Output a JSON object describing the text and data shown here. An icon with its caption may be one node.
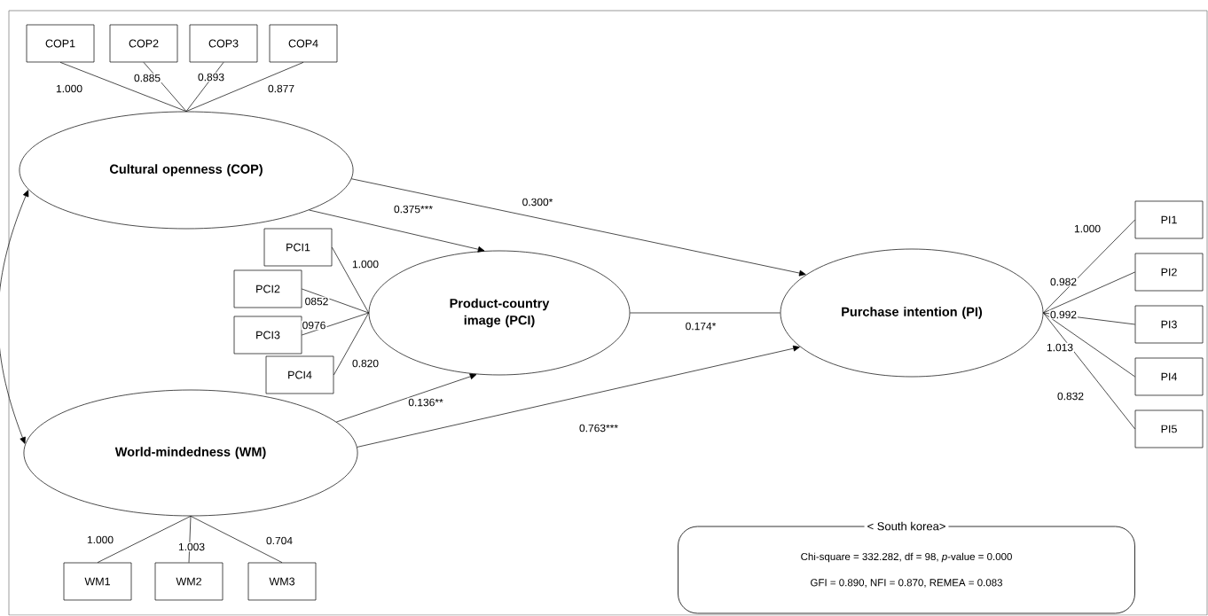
{
  "diagram": {
    "nodes": [
      {
        "text": [
          "COP1"
        ]
      },
      {
        "text": [
          "COP2"
        ]
      },
      {
        "text": [
          "COP3"
        ]
      },
      {
        "text": [
          "COP4"
        ]
      },
      {
        "text": [
          "Cultural openness (COP)"
        ]
      },
      {
        "text": [
          "PCI1"
        ]
      },
      {
        "text": [
          "PCI2"
        ]
      },
      {
        "text": [
          "PCI3"
        ]
      },
      {
        "text": [
          "PCI4"
        ]
      },
      {
        "text": [
          "Product-country image (PCI)"
        ]
      },
      {
        "text": [
          "Purchase intention (PI)"
        ]
      },
      {
        "text": [
          "PI1"
        ]
      },
      {
        "text": [
          "PI2"
        ]
      },
      {
        "text": [
          "PI3"
        ]
      },
      {
        "text": [
          "PI4"
        ]
      },
      {
        "text": [
          "PI5"
        ]
      },
      {
        "text": [
          "World-mindedness (WM)"
        ]
      },
      {
        "text": [
          "WM1"
        ]
      },
      {
        "text": [
          "WM2"
        ]
      },
      {
        "text": [
          "WM3"
        ]
      },
      {
        "text": [
          "< South korea>",
          "Chi-square = 332.282, df = 98, *p*-value = 0.000",
          "GFI = 0.890, NFI = 0.870, REMEA = 0.083"
        ]
      }
    ],
    "edges": [
      {
        "from": 4,
        "to": 0,
        "arrow": "none",
        "label": "1.000"
      },
      {
        "from": 4,
        "to": 1,
        "arrow": "none",
        "label": "0.885"
      },
      {
        "from": 4,
        "to": 2,
        "arrow": "none",
        "label": "0.893"
      },
      {
        "from": 4,
        "to": 3,
        "arrow": "none",
        "label": "0.877"
      },
      {
        "from": 4,
        "to": 16,
        "arrow": "both"
      },
      {
        "from": 4,
        "to": 9,
        "arrow": "to",
        "label": "0.375***"
      },
      {
        "from": 4,
        "to": 10,
        "arrow": "to",
        "label": "0.300*"
      },
      {
        "from": 9,
        "to": 5,
        "arrow": "none",
        "label": "1.000"
      },
      {
        "from": 9,
        "to": 6,
        "arrow": "none",
        "label": "0852"
      },
      {
        "from": 9,
        "to": 7,
        "arrow": "none",
        "label": "0976"
      },
      {
        "from": 9,
        "to": 8,
        "arrow": "none",
        "label": "0.820"
      },
      {
        "from": 9,
        "to": 10,
        "arrow": "none",
        "label": "0.174*"
      },
      {
        "from": 10,
        "to": 11,
        "arrow": "none",
        "label": "1.000"
      },
      {
        "from": 10,
        "to": 12,
        "arrow": "none",
        "label": "0.982"
      },
      {
        "from": 10,
        "to": 13,
        "arrow": "none",
        "label": "0.992"
      },
      {
        "from": 10,
        "to": 14,
        "arrow": "none",
        "label": "1.013"
      },
      {
        "from": 10,
        "to": 15,
        "arrow": "none",
        "label": "0.832"
      },
      {
        "from": 16,
        "to": 9,
        "arrow": "to",
        "label": "0.136**"
      },
      {
        "from": 16,
        "to": 10,
        "arrow": "to",
        "label": "0.763***"
      },
      {
        "from": 16,
        "to": 17,
        "arrow": "none",
        "label": "1.000"
      },
      {
        "from": 16,
        "to": 18,
        "arrow": "none",
        "label": "1.003"
      },
      {
        "from": 16,
        "to": 19,
        "arrow": "none",
        "label": "0.704"
      }
    ]
  }
}
